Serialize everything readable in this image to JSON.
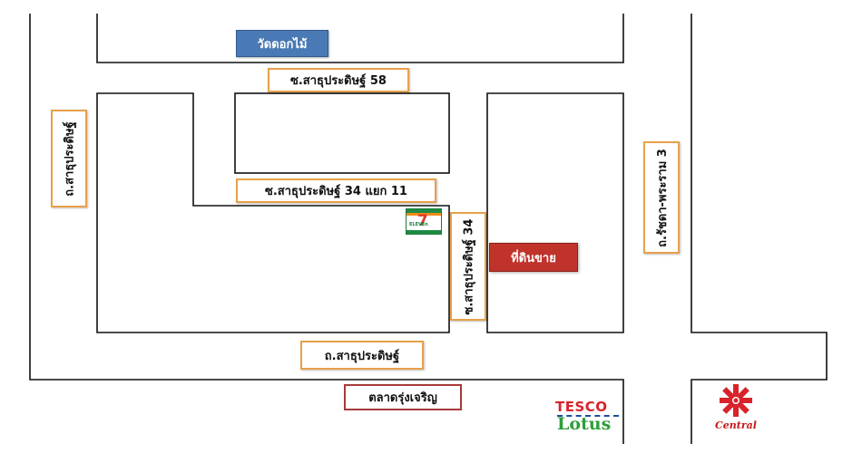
{
  "places": {
    "temple": "วัดดอกไม้",
    "land_for_sale": "ที่ดินขาย",
    "market": "ตลาดรุ่งเจริญ"
  },
  "roads": {
    "soi58": "ซ.สาธุประดิษฐ์ 58",
    "soi34_11": "ซ.สาธุประดิษฐ์ 34 แยก 11",
    "soi34": "ซ.สาธุประดิษฐ์ 34",
    "sathu_left": "ถ.สาธุประดิษฐ์",
    "sathu_bottom": "ถ.สาธุประดิษฐ์",
    "rama3": "ถ.รัชดา-พระราม 3"
  },
  "logos": {
    "seven_eleven": "ELEVEn",
    "tesco_top": "TESCO",
    "tesco_bottom": "Lotus",
    "central": "Central"
  },
  "colors": {
    "label_border": "#e8a04a",
    "temple_fill": "#4a7ab5",
    "land_fill": "#c0332b",
    "market_border": "#a83a3a"
  }
}
